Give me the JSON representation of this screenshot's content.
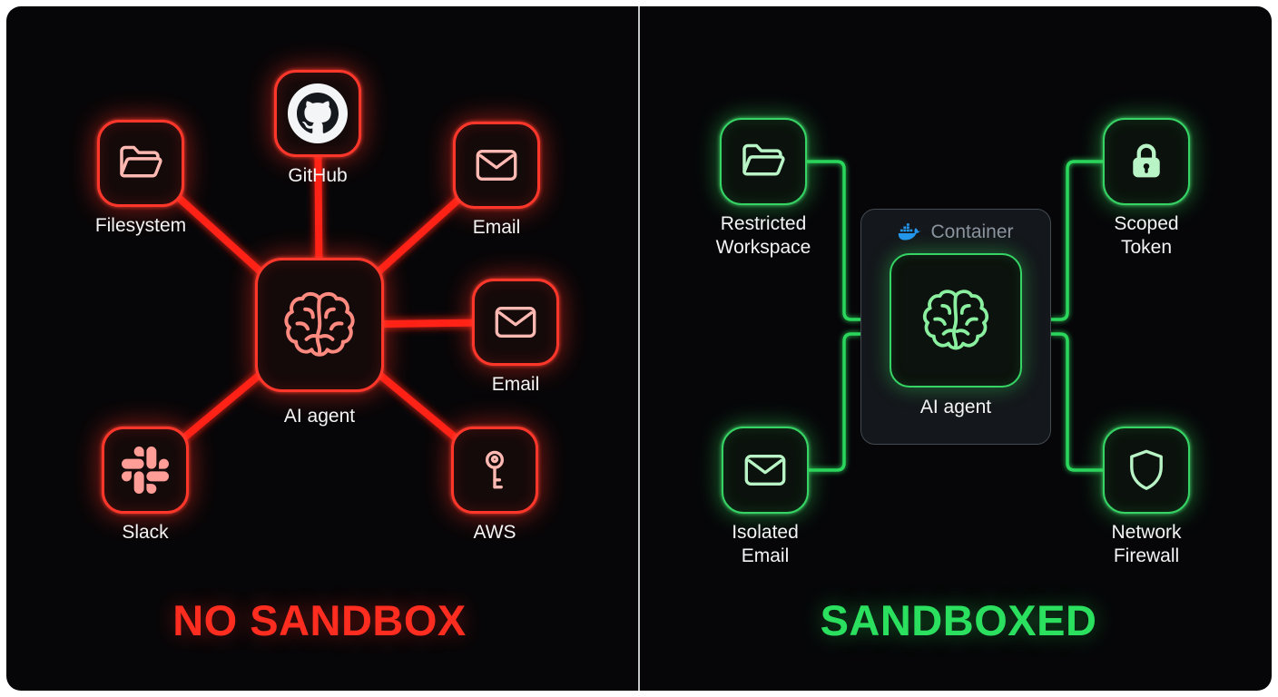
{
  "left_panel": {
    "title": "NO SANDBOX",
    "accent_color": "#ff3227",
    "agent": {
      "label": "AI agent",
      "icon": "brain-icon"
    },
    "nodes": [
      {
        "id": "filesystem",
        "label": "Filesystem",
        "icon": "folder-icon"
      },
      {
        "id": "github",
        "label": "GitHub",
        "icon": "github-icon"
      },
      {
        "id": "email-top",
        "label": "Email",
        "icon": "envelope-icon"
      },
      {
        "id": "email-right",
        "label": "Email",
        "icon": "envelope-icon"
      },
      {
        "id": "slack",
        "label": "Slack",
        "icon": "slack-icon"
      },
      {
        "id": "aws",
        "label": "AWS",
        "icon": "key-icon"
      }
    ]
  },
  "right_panel": {
    "title": "SANDBOXED",
    "accent_color": "#2fd763",
    "container": {
      "label": "Container",
      "icon": "docker-icon",
      "docker_color": "#2496ed",
      "agent_label": "AI agent",
      "agent_icon": "brain-icon"
    },
    "nodes": [
      {
        "id": "restricted-workspace",
        "label": "Restricted\nWorkspace",
        "icon": "folder-icon"
      },
      {
        "id": "scoped-token",
        "label": "Scoped\nToken",
        "icon": "lock-icon"
      },
      {
        "id": "isolated-email",
        "label": "Isolated\nEmail",
        "icon": "envelope-icon"
      },
      {
        "id": "network-firewall",
        "label": "Network\nFirewall",
        "icon": "shield-icon"
      }
    ]
  }
}
